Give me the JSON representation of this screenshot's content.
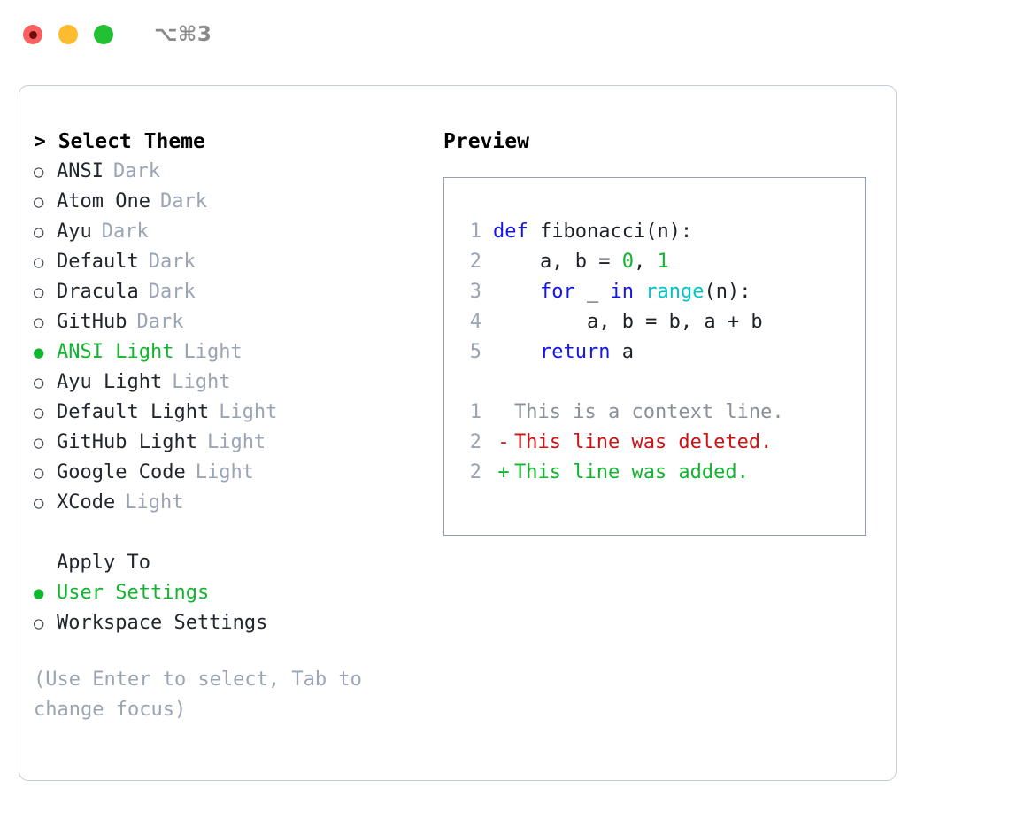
{
  "window": {
    "title": "⌥⌘3",
    "lights": [
      {
        "name": "close",
        "color": "#f9605f"
      },
      {
        "name": "minimize",
        "color": "#fdbc2d"
      },
      {
        "name": "maximize",
        "color": "#23c034"
      }
    ]
  },
  "theme_panel": {
    "header": "> Select Theme",
    "items": [
      {
        "label": "ANSI",
        "tag": "Dark",
        "selected": false
      },
      {
        "label": "Atom One",
        "tag": "Dark",
        "selected": false
      },
      {
        "label": "Ayu",
        "tag": "Dark",
        "selected": false
      },
      {
        "label": "Default",
        "tag": "Dark",
        "selected": false
      },
      {
        "label": "Dracula",
        "tag": "Dark",
        "selected": false
      },
      {
        "label": "GitHub",
        "tag": "Dark",
        "selected": false
      },
      {
        "label": "ANSI Light",
        "tag": "Light",
        "selected": true
      },
      {
        "label": "Ayu Light",
        "tag": "Light",
        "selected": false
      },
      {
        "label": "Default Light",
        "tag": "Light",
        "selected": false
      },
      {
        "label": "GitHub Light",
        "tag": "Light",
        "selected": false
      },
      {
        "label": "Google Code",
        "tag": "Light",
        "selected": false
      },
      {
        "label": "XCode",
        "tag": "Light",
        "selected": false
      }
    ],
    "bullet_on": "●",
    "bullet_off": "○"
  },
  "apply_to": {
    "title": "Apply To",
    "items": [
      {
        "label": "User Settings",
        "selected": true
      },
      {
        "label": "Workspace Settings",
        "selected": false
      }
    ]
  },
  "hint": "(Use Enter to select, Tab to change focus)",
  "preview": {
    "title": "Preview",
    "code_lines": [
      {
        "no": "1",
        "tokens": [
          {
            "t": "def",
            "c": "kw"
          },
          {
            "t": " fibonacci(n):",
            "c": ""
          }
        ]
      },
      {
        "no": "2",
        "tokens": [
          {
            "t": "    a, b = ",
            "c": ""
          },
          {
            "t": "0",
            "c": "num"
          },
          {
            "t": ", ",
            "c": ""
          },
          {
            "t": "1",
            "c": "num"
          }
        ]
      },
      {
        "no": "3",
        "tokens": [
          {
            "t": "    ",
            "c": ""
          },
          {
            "t": "for",
            "c": "kw"
          },
          {
            "t": " _ ",
            "c": ""
          },
          {
            "t": "in",
            "c": "kw"
          },
          {
            "t": " ",
            "c": ""
          },
          {
            "t": "range",
            "c": "fn"
          },
          {
            "t": "(n):",
            "c": ""
          }
        ]
      },
      {
        "no": "4",
        "tokens": [
          {
            "t": "        a, b = b, a + b",
            "c": ""
          }
        ]
      },
      {
        "no": "5",
        "tokens": [
          {
            "t": "    ",
            "c": ""
          },
          {
            "t": "return",
            "c": "kw"
          },
          {
            "t": " a",
            "c": ""
          }
        ]
      }
    ],
    "diff_lines": [
      {
        "no": "1",
        "mark": " ",
        "text": "This is a context line.",
        "kind": "ctx"
      },
      {
        "no": "2",
        "mark": "-",
        "text": "This line was deleted.",
        "kind": "del"
      },
      {
        "no": "2",
        "mark": "+",
        "text": "This line was added.",
        "kind": "add"
      }
    ]
  },
  "colors": {
    "accent_green": "#12b52f",
    "muted_gray": "#9aa4b4",
    "keyword_blue": "#1515ee",
    "builtin_cyan": "#00c5c7",
    "diff_red": "#cc1414",
    "card_border": "#c4ccd8",
    "preview_border": "#93a0b4"
  }
}
